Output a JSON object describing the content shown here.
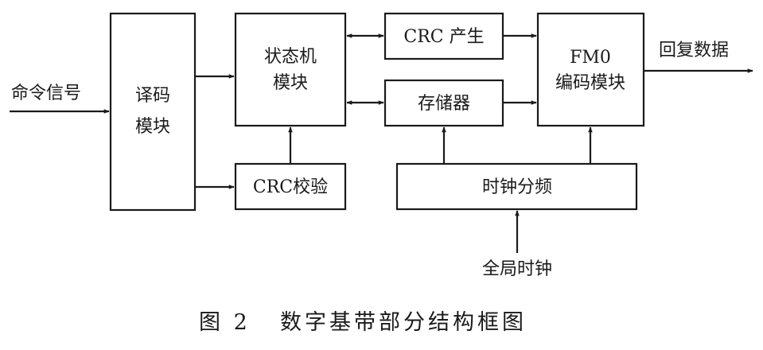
{
  "blocks": {
    "decode": {
      "line1": "译码",
      "line2": "模块"
    },
    "state_machine": {
      "line1": "状态机",
      "line2": "模块"
    },
    "crc_check": {
      "label": "CRC校验"
    },
    "crc_gen": {
      "label": "CRC 产生"
    },
    "memory": {
      "label": "存储器"
    },
    "fm0": {
      "line1": "FM0",
      "line2": "编码模块"
    },
    "clock_div": {
      "label": "时钟分频"
    }
  },
  "signals": {
    "command_in": "命令信号",
    "reply_out": "回复数据",
    "global_clock": "全局时钟"
  },
  "caption": {
    "number": "图 2",
    "title": "数字基带部分结构框图"
  }
}
